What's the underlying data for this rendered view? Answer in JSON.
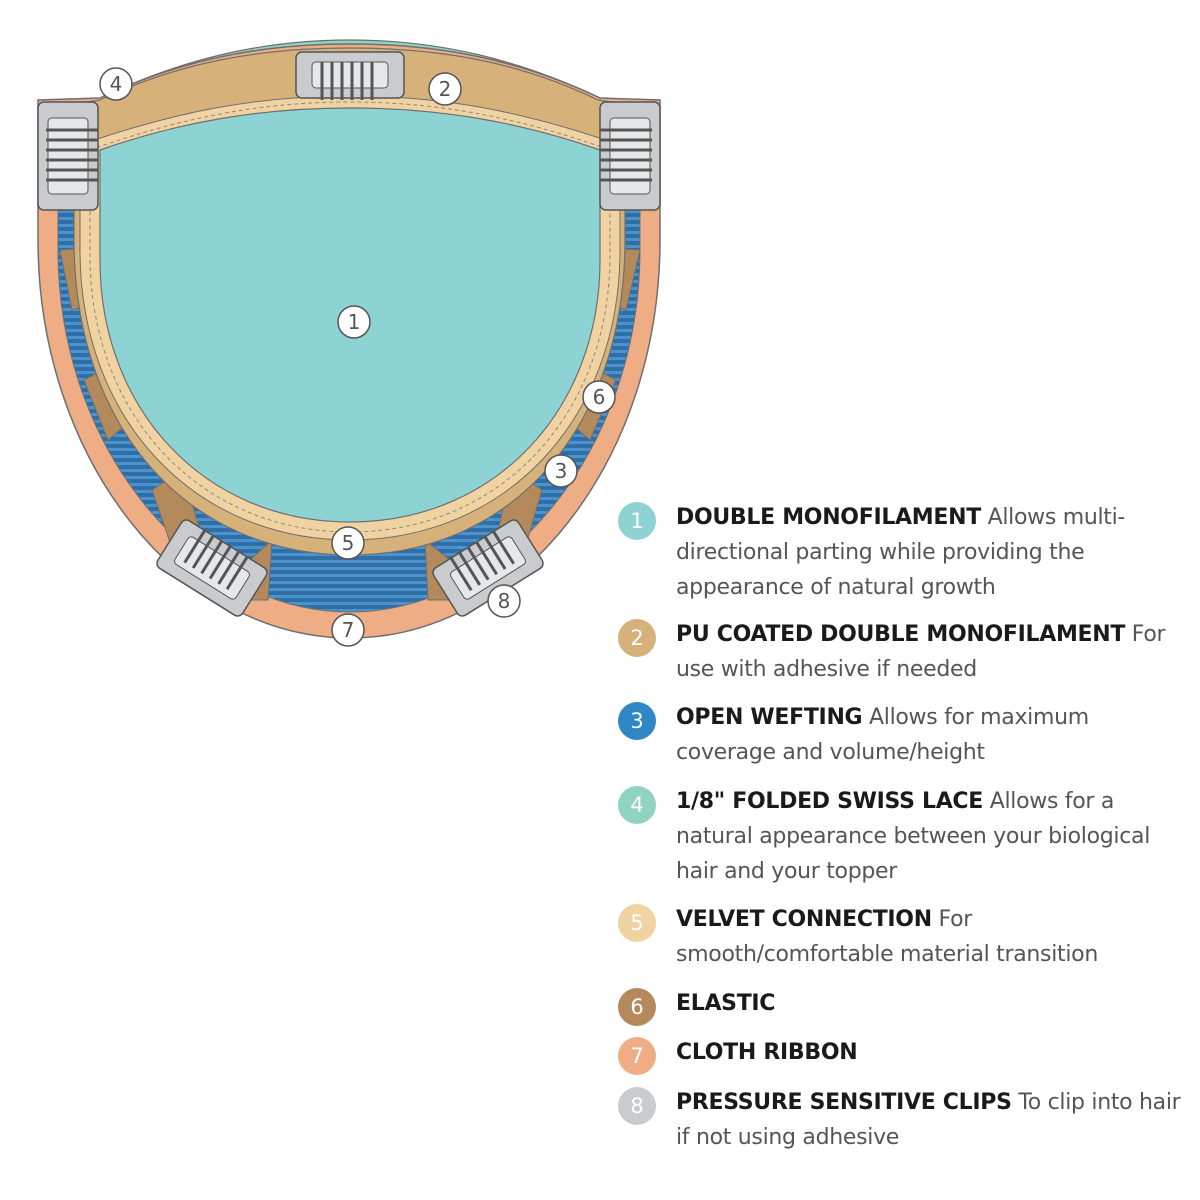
{
  "diagram": {
    "markers": [
      "1",
      "2",
      "3",
      "4",
      "5",
      "6",
      "7",
      "8"
    ]
  },
  "legend": {
    "items": [
      {
        "num": "1",
        "title": "DOUBLE MONOFILAMENT",
        "desc": "Allows multi-directional parting while providing the appearance of natural growth",
        "color": "#8dd3d4"
      },
      {
        "num": "2",
        "title": "PU COATED DOUBLE MONOFILAMENT",
        "desc": "For use with adhesive if needed",
        "color": "#d6b27a"
      },
      {
        "num": "3",
        "title": "OPEN WEFTING",
        "desc": "Allows for maximum coverage and volume/height",
        "color": "#2f87c6"
      },
      {
        "num": "4",
        "title": "1/8\" FOLDED SWISS LACE",
        "desc": "Allows for a natural appearance between your biological hair and your topper",
        "color": "#8fd3c0"
      },
      {
        "num": "5",
        "title": "VELVET CONNECTION",
        "desc": "For smooth/comfortable material transition",
        "color": "#f1d3a1"
      },
      {
        "num": "6",
        "title": "ELASTIC",
        "desc": "",
        "color": "#b48a5c"
      },
      {
        "num": "7",
        "title": "CLOTH RIBBON",
        "desc": "",
        "color": "#efad85"
      },
      {
        "num": "8",
        "title": "PRESSURE SENSITIVE CLIPS",
        "desc": "To clip into hair if not using adhesive",
        "color": "#c9cbce"
      }
    ]
  }
}
